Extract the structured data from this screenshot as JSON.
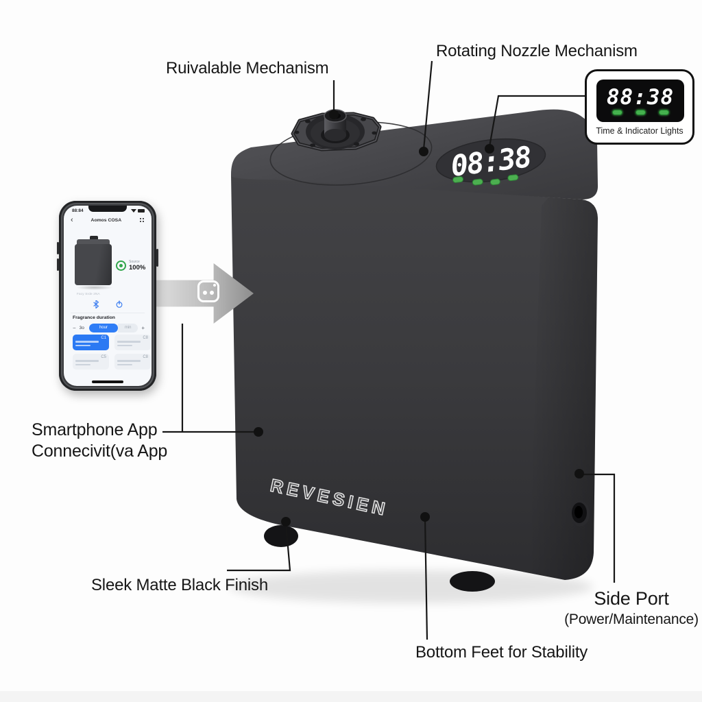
{
  "callouts": {
    "top_mechanism": "Ruivalable Mechanism",
    "rotating_nozzle": "Rotating Nozzle Mechanism",
    "smartphone_line1": "Smartphone App",
    "smartphone_line2": "Connecivit(va App",
    "finish": "Sleek Matte Black Finish",
    "bottom_feet": "Bottom Feet for Stability",
    "side_port_title": "Side Port",
    "side_port_sub": "(Power/Maintenance)"
  },
  "inset": {
    "time": "88:38",
    "caption": "Time & Indicator Lights",
    "indicator_color": "#45b14e"
  },
  "device": {
    "brand": "REVESIEN",
    "display_time": "08:38",
    "body_color": "#3b3b3e",
    "indicator_color": "#4caf50"
  },
  "phone": {
    "status_time": "88:84",
    "back_glyph": "‹",
    "title": "Aomos COSA",
    "battery_label": "Source",
    "battery_value": "100%",
    "thumb_caption": "Facy Srde 2NA",
    "section_title": "Fragrance duration",
    "stepper_minus": "−",
    "stepper_value": "3o",
    "unit_active": "hour",
    "unit_inactive": "min",
    "stepper_plus": "+",
    "cards": [
      {
        "code": "C1"
      },
      {
        "code": "C8"
      },
      {
        "code": "C5"
      },
      {
        "code": "C8"
      }
    ],
    "accent_blue": "#2f7df6"
  }
}
